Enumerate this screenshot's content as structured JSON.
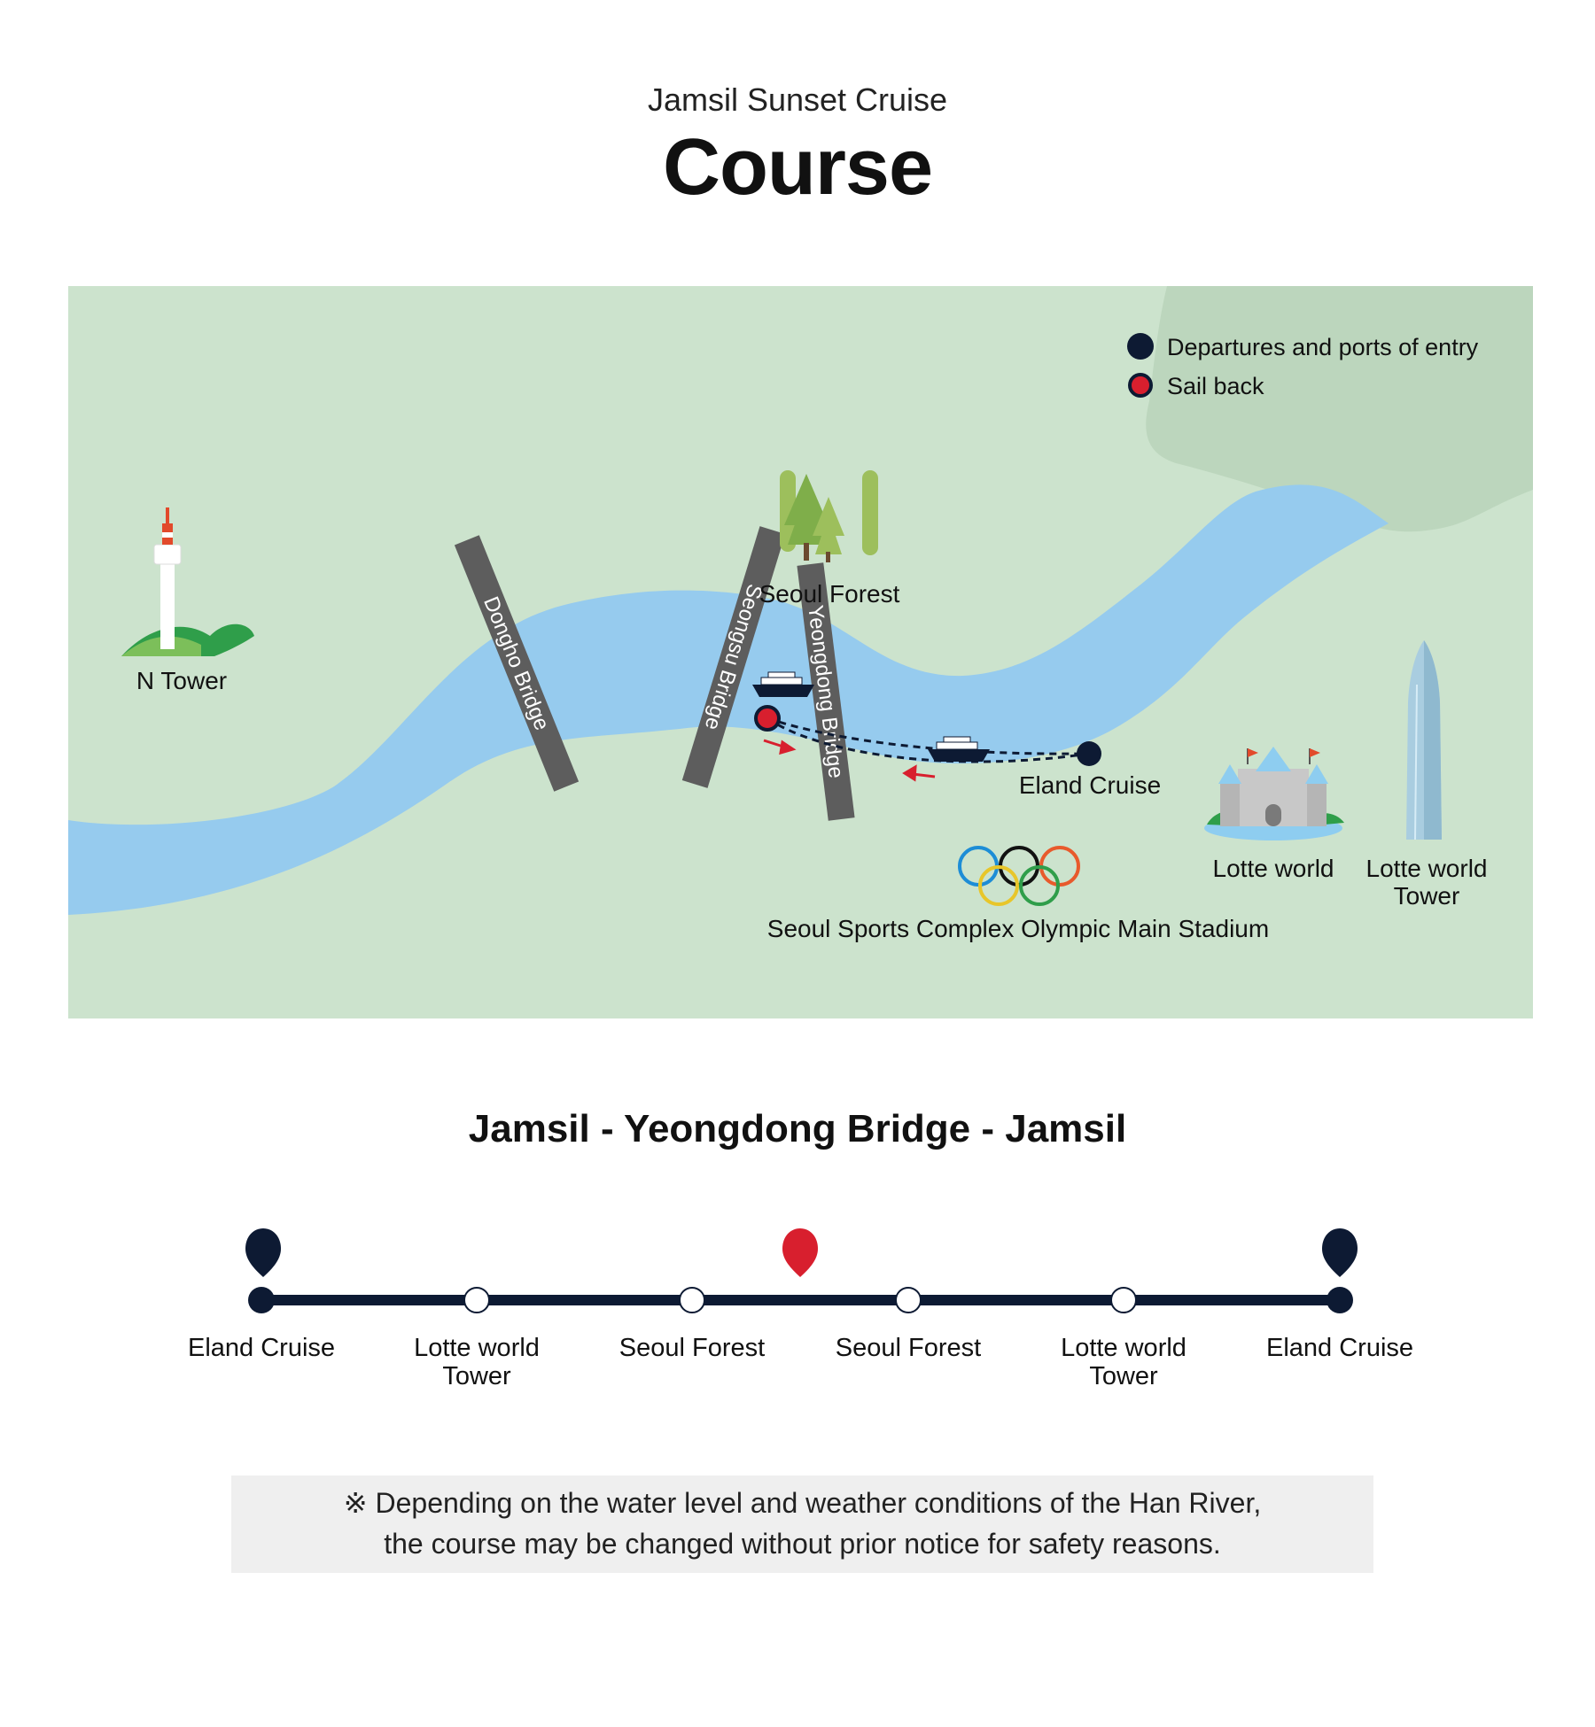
{
  "header": {
    "subtitle": "Jamsil Sunset Cruise",
    "title": "Course"
  },
  "map": {
    "colors": {
      "land": "#cce3cd",
      "mountain": "#bcd6bd",
      "river": "#96cbee",
      "bridge": "#5d5d5d",
      "departure": "#0d1a33",
      "sail_back": "#d81f2e"
    },
    "legend": {
      "departure_label": "Departures and ports of entry",
      "sail_back_label": "Sail back"
    },
    "landmarks": {
      "n_tower": "N Tower",
      "seoul_forest": "Seoul Forest",
      "eland_cruise": "Eland Cruise",
      "lotte_world": "Lotte world",
      "lotte_world_tower_line1": "Lotte world",
      "lotte_world_tower_line2": "Tower",
      "olympic_stadium": "Seoul Sports Complex Olympic Main Stadium"
    },
    "bridges": {
      "dongho": "Dongho Bridge",
      "seongsu": "Seongsu Bridge",
      "yeongdong": "Yeongdong Bridge"
    }
  },
  "route": {
    "title": "Jamsil - Yeongdong Bridge - Jamsil",
    "stops": [
      {
        "line1": "Eland Cruise",
        "line2": ""
      },
      {
        "line1": "Lotte world",
        "line2": "Tower"
      },
      {
        "line1": "Seoul Forest",
        "line2": ""
      },
      {
        "line1": "Seoul Forest",
        "line2": ""
      },
      {
        "line1": "Lotte world",
        "line2": "Tower"
      },
      {
        "line1": "Eland Cruise",
        "line2": ""
      }
    ]
  },
  "notice": {
    "line1": "※ Depending on the water level and weather conditions of the Han River,",
    "line2": "the course may be changed without prior notice for safety reasons."
  }
}
